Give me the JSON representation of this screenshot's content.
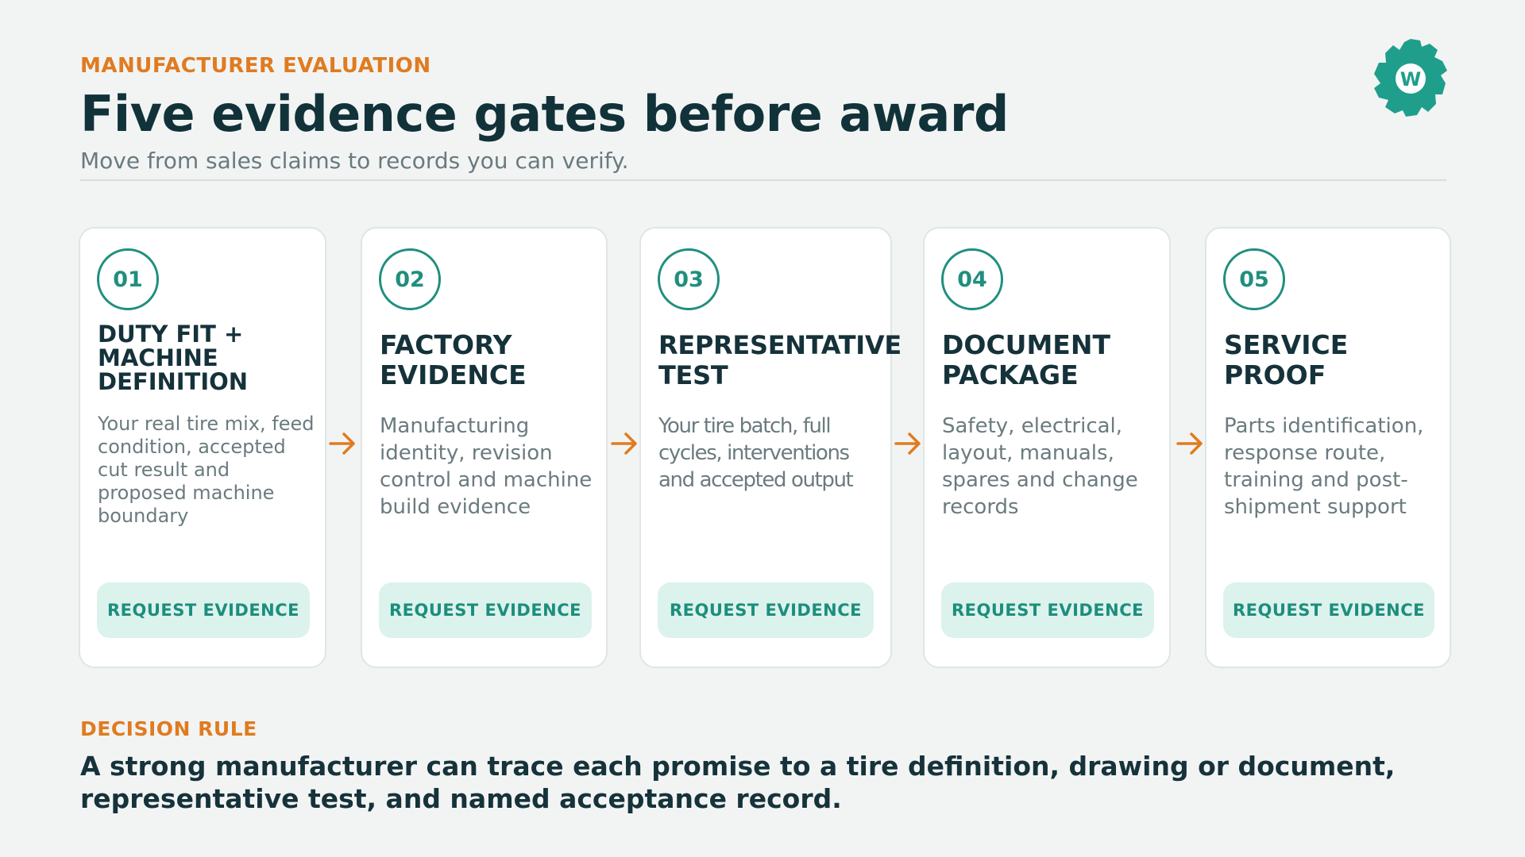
{
  "header": {
    "eyebrow": "MANUFACTURER EVALUATION",
    "title": "Five evidence gates before award",
    "subtitle": "Move from sales claims to records you can verify."
  },
  "logo": {
    "icon": "gear-logo-icon",
    "letter": "W",
    "color": "#1f9e8c"
  },
  "colors": {
    "accent": "#e07b20",
    "teal": "#1f8f7e",
    "button_bg": "#dcf2ed"
  },
  "gates": [
    {
      "number": "01",
      "title": "DUTY FIT + MACHINE DEFINITION",
      "description": "Your real tire mix, feed condition, accepted cut result and proposed machine boundary",
      "button": "REQUEST EVIDENCE"
    },
    {
      "number": "02",
      "title": "FACTORY EVIDENCE",
      "description": "Manufacturing identity, revision control and machine build evidence",
      "button": "REQUEST EVIDENCE"
    },
    {
      "number": "03",
      "title": "REPRESENTATIVE TEST",
      "description": "Your tire batch, full cycles, interventions and accepted output",
      "button": "REQUEST EVIDENCE"
    },
    {
      "number": "04",
      "title": "DOCUMENT PACKAGE",
      "description": "Safety, electrical, layout, manuals, spares and change records",
      "button": "REQUEST EVIDENCE"
    },
    {
      "number": "05",
      "title": "SERVICE PROOF",
      "description": "Parts identification, response route, training and post-shipment support",
      "button": "REQUEST EVIDENCE"
    }
  ],
  "arrow_icon": "arrow-right-icon",
  "decision": {
    "label": "DECISION RULE",
    "text": "A strong manufacturer can trace each promise to a tire definition, drawing or document, representative test, and named acceptance record."
  }
}
